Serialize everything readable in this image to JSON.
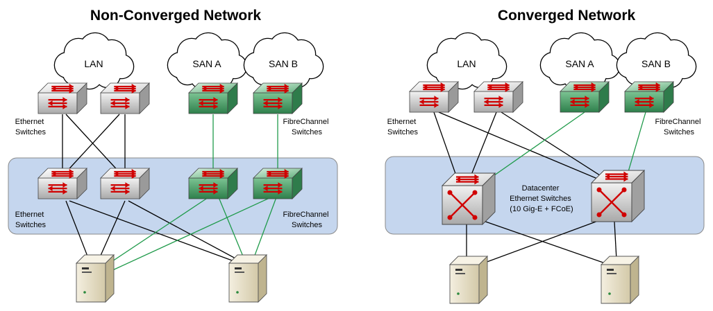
{
  "left": {
    "title": "Non-Converged Network",
    "clouds": [
      "LAN",
      "SAN A",
      "SAN B"
    ],
    "top_ethernet_label": [
      "Ethernet",
      "Switches"
    ],
    "top_fc_label": [
      "FibreChannel",
      "Switches"
    ],
    "bottom_ethernet_label": [
      "Ethernet",
      "Switches"
    ],
    "bottom_fc_label": [
      "FibreChannel",
      "Switches"
    ]
  },
  "right": {
    "title": "Converged Network",
    "clouds": [
      "LAN",
      "SAN A",
      "SAN B"
    ],
    "top_ethernet_label": [
      "Ethernet",
      "Switches"
    ],
    "top_fc_label": [
      "FibreChannel",
      "Switches"
    ],
    "datacenter_label": [
      "Datacenter",
      "Ethernet Switches",
      "(10 Gig-E + FCoE)"
    ]
  },
  "colors": {
    "ethernet_switch": "#e6e6e6",
    "fc_switch": "#5fae7a",
    "ethernet_link": "#000000",
    "fc_link": "#1f9a4a",
    "arrow": "#d00000",
    "zone_fill": "#c5d6ee",
    "server": "#e3dcc4"
  }
}
